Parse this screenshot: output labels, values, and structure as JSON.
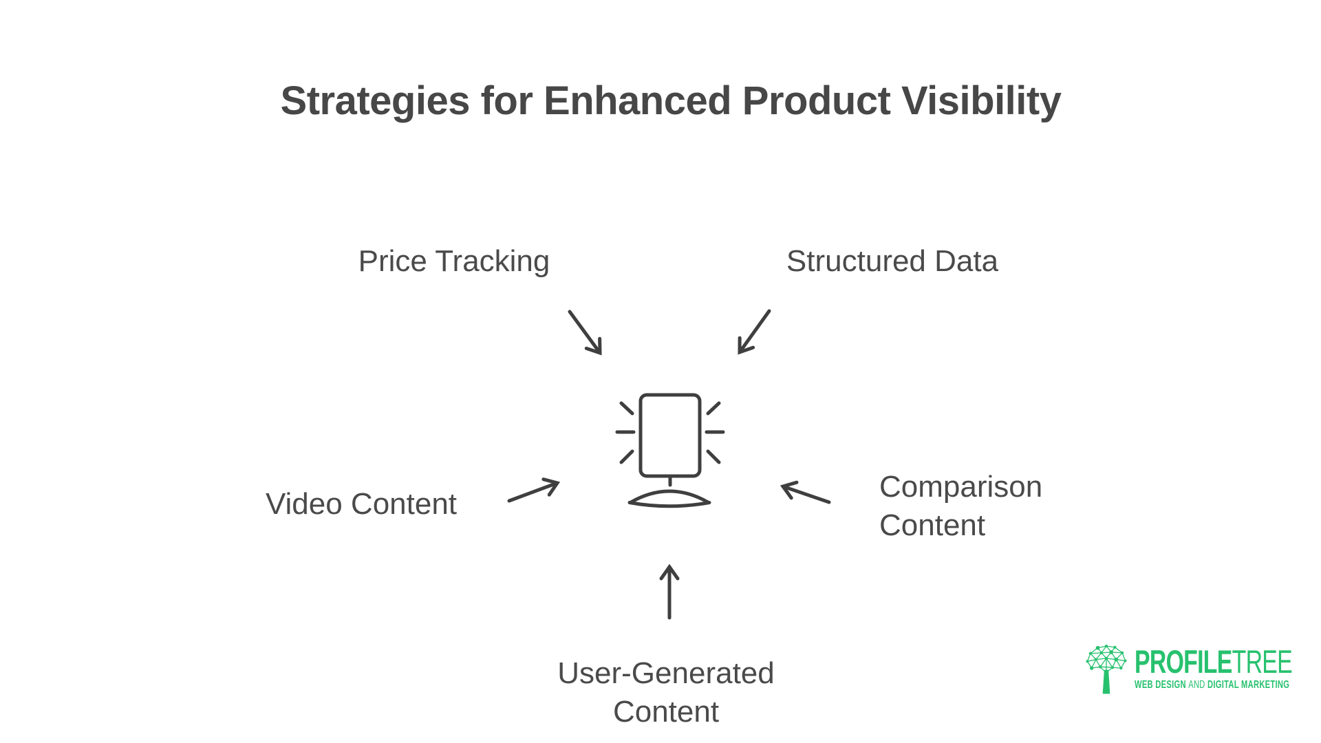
{
  "title": "Strategies for Enhanced Product Visibility",
  "diagram": {
    "center_icon": "illuminated-display-sign",
    "nodes": [
      {
        "label": "Price Tracking",
        "position": "top-left",
        "arrow_direction": "down-right-to-center"
      },
      {
        "label": "Structured Data",
        "position": "top-right",
        "arrow_direction": "down-left-to-center"
      },
      {
        "label": "Video Content",
        "position": "left",
        "arrow_direction": "up-right-to-center"
      },
      {
        "label": "Comparison\nContent",
        "position": "right",
        "arrow_direction": "up-left-to-center"
      },
      {
        "label": "User-Generated\nContent",
        "position": "bottom",
        "arrow_direction": "up-to-center"
      }
    ]
  },
  "colors": {
    "background": "#ffffff",
    "title_text": "#474747",
    "label_text": "#4a4a4a",
    "diagram_stroke": "#3f3f3f",
    "brand_green": "#27c16e"
  },
  "logo": {
    "icon": "network-tree-icon",
    "brand_heavy": "PROFILE",
    "brand_light": "TREE",
    "tagline_lead": "WEB DESIGN",
    "tagline_mid": "AND",
    "tagline_tail": "DIGITAL MARKETING"
  }
}
